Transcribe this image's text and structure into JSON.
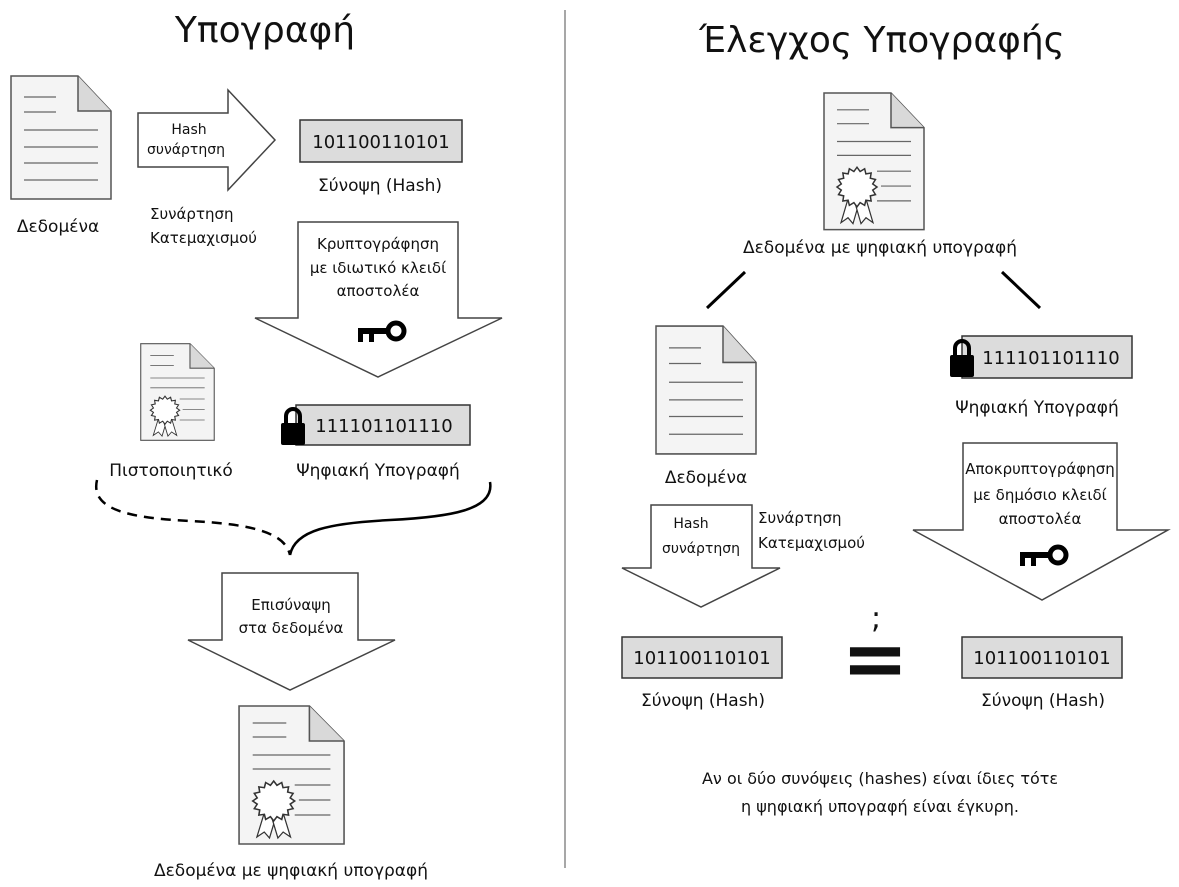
{
  "signing": {
    "title": "Υπογραφή",
    "data_label": "Δεδομένα",
    "hash_arrow": {
      "line1": "Hash",
      "line2": "συνάρτηση"
    },
    "hash_function_caption": {
      "line1": "Συνάρτηση",
      "line2": "Κατεμαχισμού"
    },
    "hash_value": "101100110101",
    "hash_label": "Σύνοψη (Hash)",
    "encrypt_arrow": {
      "line1": "Κρυπτογράφηση",
      "line2": "με ιδιωτικό κλειδί",
      "line3": "αποστολέα"
    },
    "certificate_label": "Πιστοποιητικό",
    "signature_value": "111101101110",
    "signature_label": "Ψηφιακή Υπογραφή",
    "attach_arrow": {
      "line1": "Επισύναψη",
      "line2": "στα δεδομένα"
    },
    "signed_data_label": "Δεδομένα με ψηφιακή υπογραφή"
  },
  "verification": {
    "title": "Έλεγχος Υπογραφής",
    "signed_data_label": "Δεδομένα με ψηφιακή υπογραφή",
    "data_label": "Δεδομένα",
    "signature_value": "111101101110",
    "signature_label": "Ψηφιακή Υπογραφή",
    "hash_arrow": {
      "line1": "Hash",
      "line2": "συνάρτηση"
    },
    "hash_function_caption": {
      "line1": "Συνάρτηση",
      "line2": "Κατεμαχισμού"
    },
    "decrypt_arrow": {
      "line1": "Αποκρυπτογράφηση",
      "line2": "με δημόσιο κλειδί",
      "line3": "αποστολέα"
    },
    "computed_hash_value": "101100110101",
    "computed_hash_label": "Σύνοψη (Hash)",
    "decrypted_hash_value": "101100110101",
    "decrypted_hash_label": "Σύνοψη (Hash)",
    "comparison": {
      "question_mark": ";",
      "operator": "="
    },
    "conclusion": {
      "line1": "Αν οι δύο συνόψεις (hashes) είναι ίδιες τότε",
      "line2": "η ψηφιακή υπογραφή είναι έγκυρη."
    }
  }
}
